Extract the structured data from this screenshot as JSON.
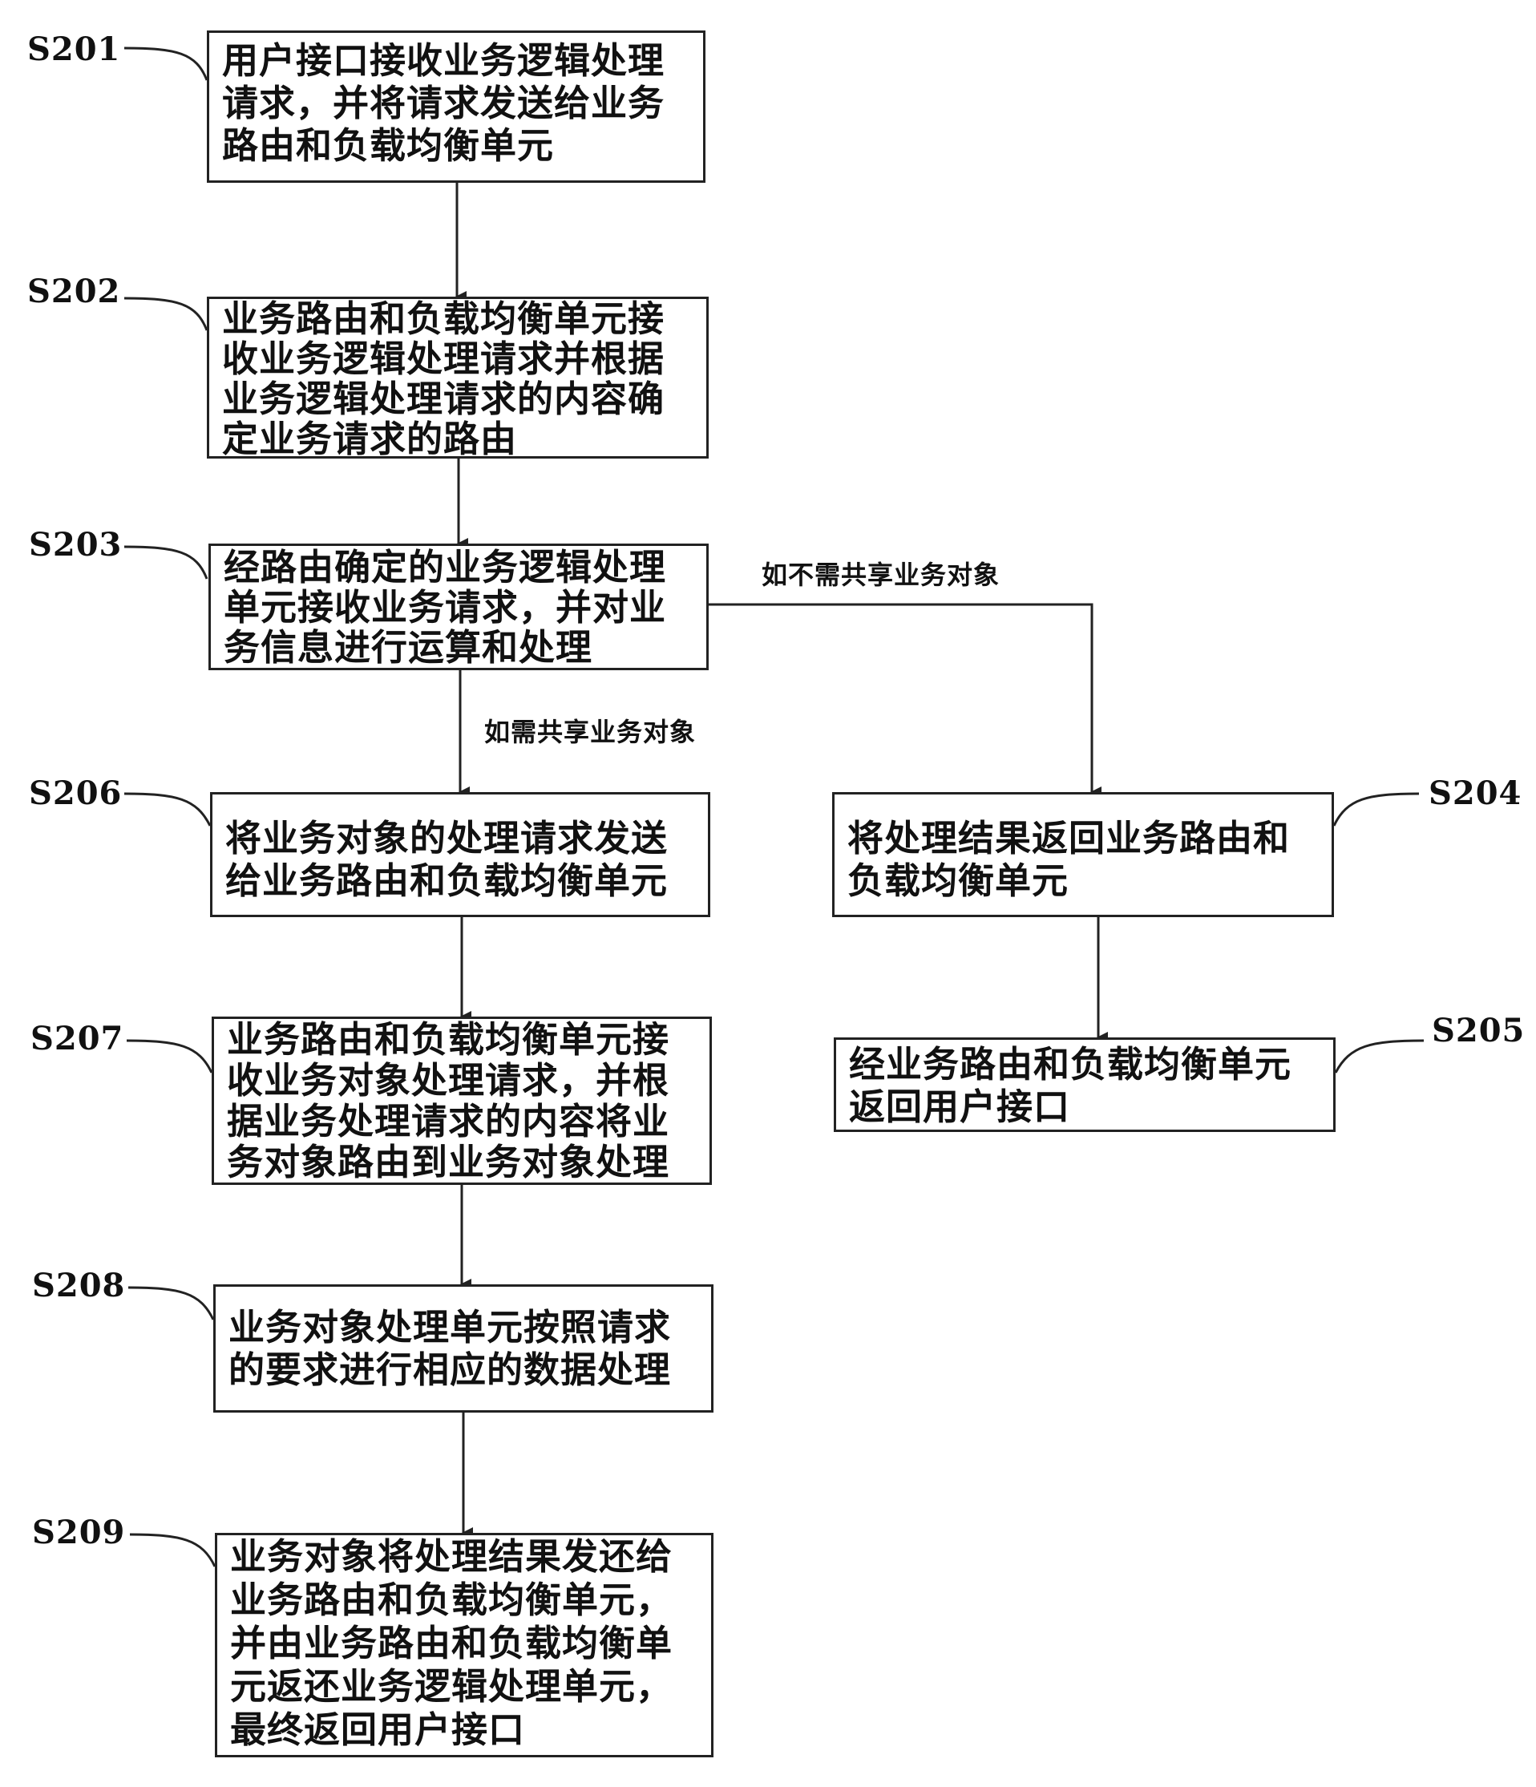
{
  "steps": {
    "s201": {
      "label": "S201",
      "text": "用户接口接收业务逻辑处理请求，并将请求发送给业务路由和负载均衡单元"
    },
    "s202": {
      "label": "S202",
      "text": "业务路由和负载均衡单元接收业务逻辑处理请求并根据业务逻辑处理请求的内容确定业务请求的路由"
    },
    "s203": {
      "label": "S203",
      "text": "经路由确定的业务逻辑处理单元接收业务请求，并对业务信息进行运算和处理"
    },
    "s204": {
      "label": "S204",
      "text": "将处理结果返回业务路由和负载均衡单元"
    },
    "s205": {
      "label": "S205",
      "text": "经业务路由和负载均衡单元返回用户接口"
    },
    "s206": {
      "label": "S206",
      "text": "将业务对象的处理请求发送给业务路由和负载均衡单元"
    },
    "s207": {
      "label": "S207",
      "text": "业务路由和负载均衡单元接收业务对象处理请求，并根据业务处理请求的内容将业务对象路由到业务对象处理单元"
    },
    "s208": {
      "label": "S208",
      "text": "业务对象处理单元按照请求的要求进行相应的数据处理"
    },
    "s209": {
      "label": "S209",
      "text": "业务对象将处理结果发还给业务路由和负载均衡单元，并由业务路由和负载均衡单元返还业务逻辑处理单元，最终返回用户接口"
    }
  },
  "conditions": {
    "shared": "如需共享业务对象",
    "not_shared": "如不需共享业务对象"
  }
}
